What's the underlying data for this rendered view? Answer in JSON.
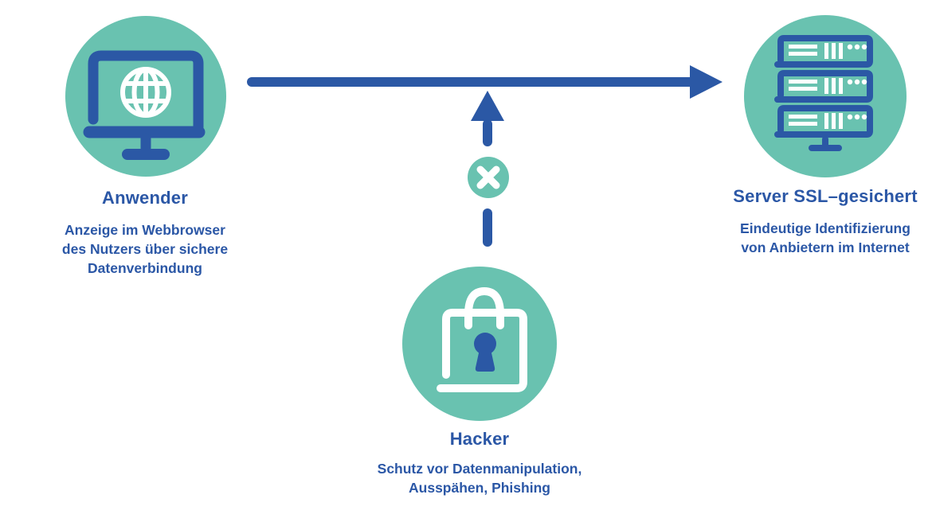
{
  "colors": {
    "teal": "#69c2b0",
    "blue": "#2b58a5",
    "text": "#2b57a6",
    "background": "#ffffff"
  },
  "diagram": {
    "nodes": [
      {
        "id": "anwender",
        "title": "Anwender",
        "description_lines": [
          "Anzeige im Webbrowser",
          "des Nutzers über sichere",
          "Datenverbindung"
        ],
        "icon": "monitor-globe-icon"
      },
      {
        "id": "server",
        "title": "Server SSL–gesichert",
        "description_lines": [
          "Eindeutige Identifizierung",
          "von Anbietern im Internet"
        ],
        "icon": "server-rack-icon"
      },
      {
        "id": "hacker",
        "title": "Hacker",
        "description_lines": [
          "Schutz vor Datenmanipulation,",
          "Ausspähen, Phishing"
        ],
        "icon": "padlock-icon"
      }
    ],
    "connections": [
      {
        "from": "Anwender",
        "to": "Server SSL–gesichert",
        "style": "solid-arrow"
      },
      {
        "from": "Hacker",
        "to": "connection-line",
        "style": "blocked-arrow",
        "block_symbol": "x-mark"
      }
    ]
  }
}
